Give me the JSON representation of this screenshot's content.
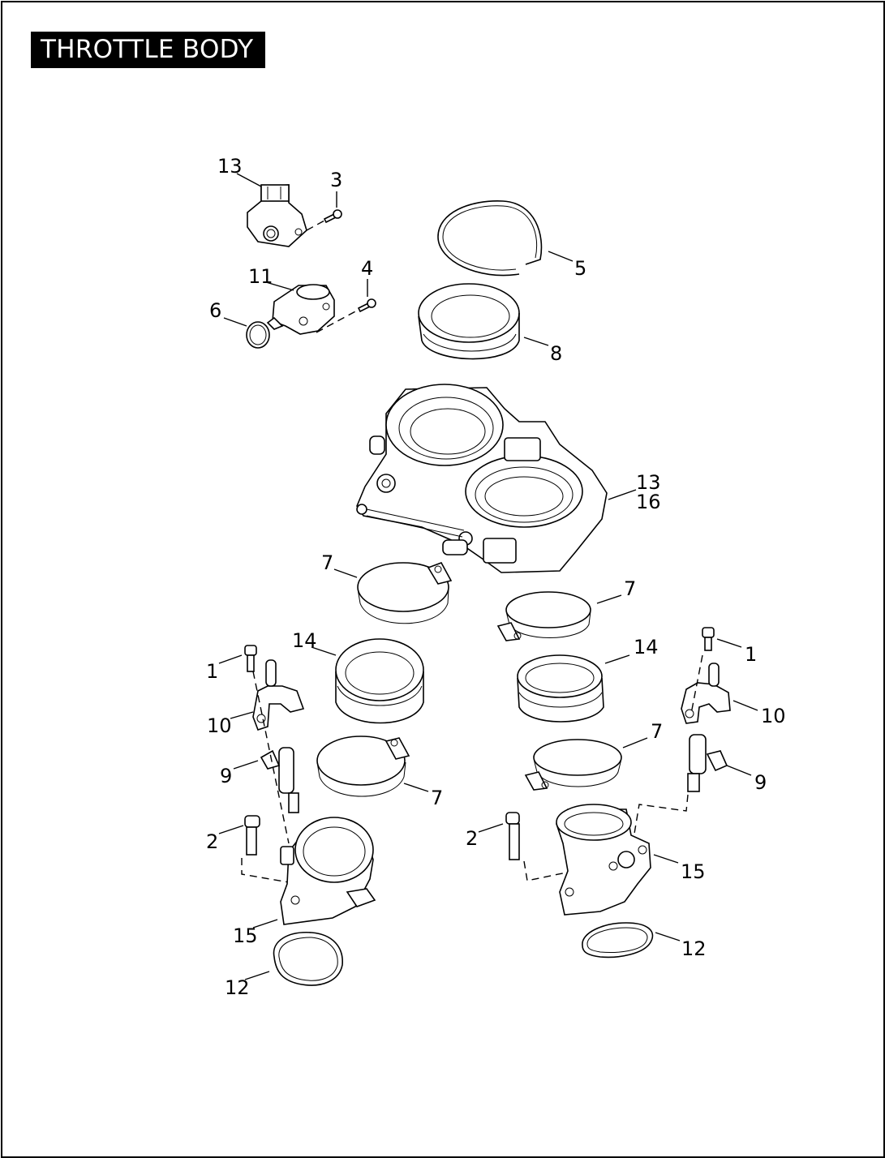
{
  "header": {
    "title": "THROTTLE BODY"
  },
  "callouts": {
    "c13a": "13",
    "c3": "3",
    "c11": "11",
    "c4": "4",
    "c6": "6",
    "c5": "5",
    "c8": "8",
    "c13b": "13",
    "c16": "16",
    "c7a": "7",
    "c7b": "7",
    "c7c": "7",
    "c7d": "7",
    "c14a": "14",
    "c14b": "14",
    "c1a": "1",
    "c1b": "1",
    "c10a": "10",
    "c10b": "10",
    "c9a": "9",
    "c9b": "9",
    "c2a": "2",
    "c2b": "2",
    "c15a": "15",
    "c15b": "15",
    "c12a": "12",
    "c12b": "12"
  }
}
